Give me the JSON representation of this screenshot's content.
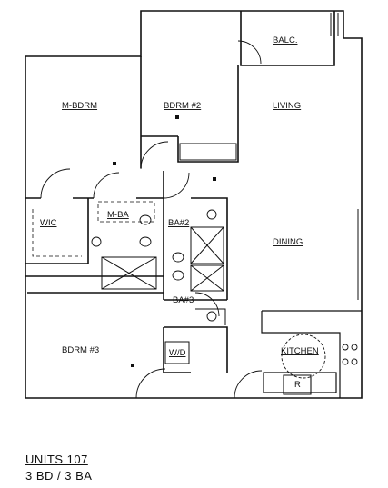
{
  "rooms": {
    "balcony": "BALC.",
    "master_bedroom": "M-BDRM",
    "bedroom_2": "BDRM #2",
    "living": "LIVING",
    "walk_in_closet": "WIC",
    "master_bath": "M-BA",
    "bath_2": "BA#2",
    "dining": "DINING",
    "bath_3": "BA#3",
    "bedroom_3": "BDRM #3",
    "washer_dryer": "W/D",
    "kitchen": "KITCHEN",
    "refrigerator": "R"
  },
  "caption": {
    "unit": "UNITS 107",
    "layout": "3 BD / 3 BA"
  }
}
